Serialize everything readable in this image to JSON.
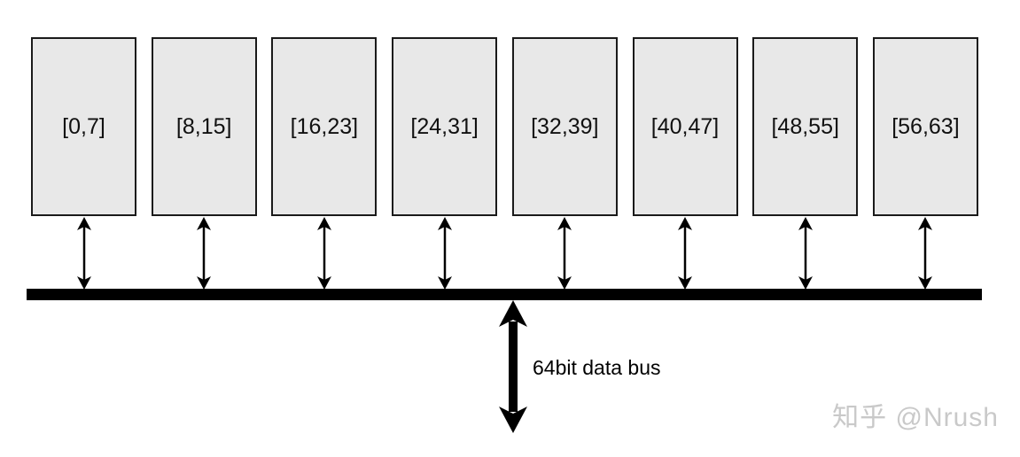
{
  "diagram": {
    "description": "Eight memory chips connected to a shared 64-bit data bus",
    "chips": [
      "[0,7]",
      "[8,15]",
      "[16,23]",
      "[24,31]",
      "[32,39]",
      "[40,47]",
      "[48,55]",
      "[56,63]"
    ],
    "bus_label": "64bit data bus",
    "watermark": "知乎 @Nrush",
    "colors": {
      "box_fill": "#e8e8e8",
      "box_border": "#1a1a1a",
      "bus_black": "#000000",
      "watermark_gray": "#c9c9c9",
      "background": "#ffffff"
    }
  }
}
